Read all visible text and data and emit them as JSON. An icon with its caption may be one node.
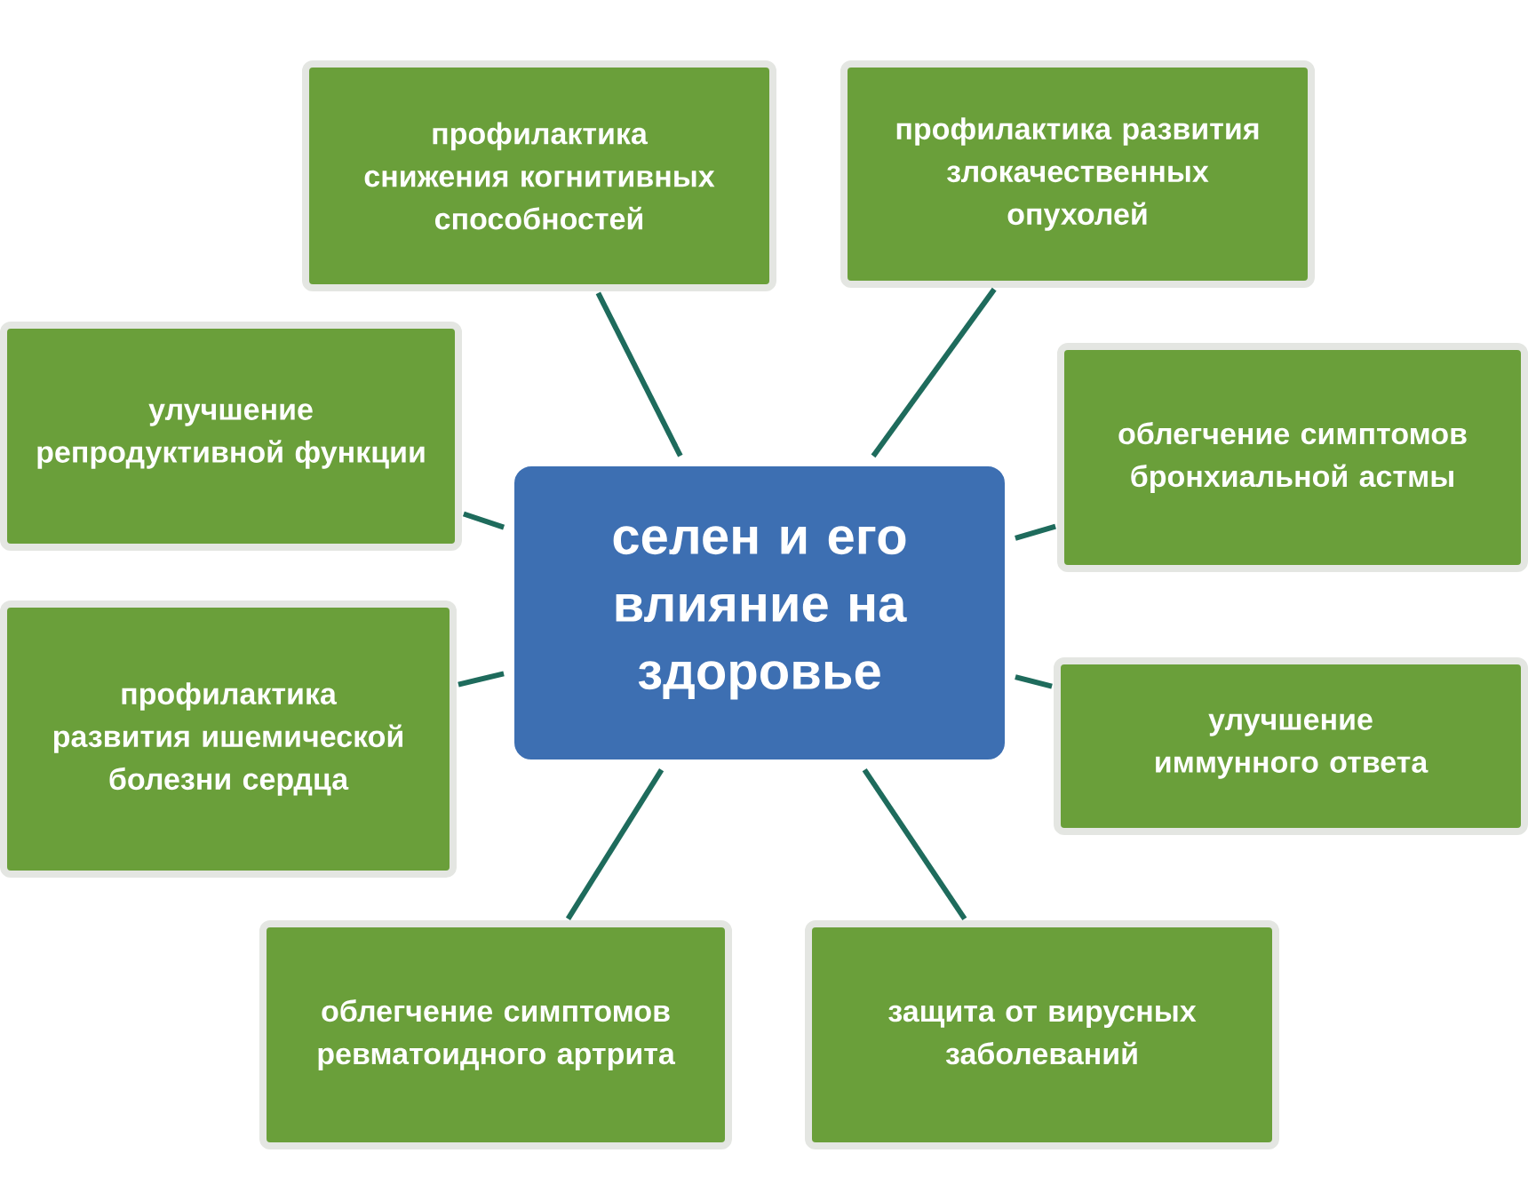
{
  "diagram": {
    "nodes": [
      {
        "text": [
          "селен и его влияние на здоровье"
        ]
      },
      {
        "text": [
          "профилактика снижения когнитивных способностей"
        ]
      },
      {
        "text": [
          "профилактика развития злокачественных опухолей"
        ]
      },
      {
        "text": [
          "улучшение репродуктивной функции"
        ]
      },
      {
        "text": [
          "облегчение симптомов бронхиальной астмы"
        ]
      },
      {
        "text": [
          "профилактика развития ишемической болезни сердца"
        ]
      },
      {
        "text": [
          "улучшение иммунного ответа"
        ]
      },
      {
        "text": [
          "облегчение симптомов ревматоидного артрита"
        ]
      },
      {
        "text": [
          "защита от вирусных заболеваний"
        ]
      }
    ],
    "edges": [
      {
        "from": 0,
        "to": 1,
        "arrow": "none"
      },
      {
        "from": 0,
        "to": 2,
        "arrow": "none"
      },
      {
        "from": 0,
        "to": 3,
        "arrow": "none"
      },
      {
        "from": 0,
        "to": 4,
        "arrow": "none"
      },
      {
        "from": 0,
        "to": 5,
        "arrow": "none"
      },
      {
        "from": 0,
        "to": 6,
        "arrow": "none"
      },
      {
        "from": 0,
        "to": 7,
        "arrow": "none"
      },
      {
        "from": 0,
        "to": 8,
        "arrow": "none"
      }
    ]
  }
}
